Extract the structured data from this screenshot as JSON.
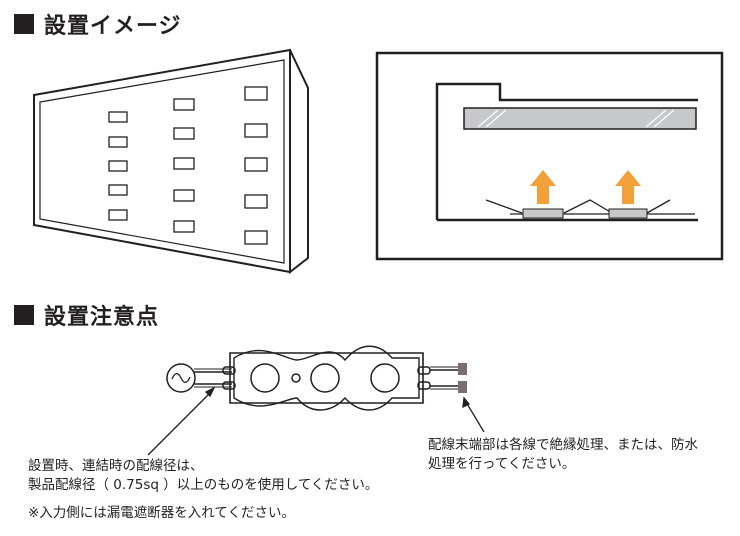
{
  "sections": {
    "installation_image_title": "設置イメージ",
    "installation_notes_title": "設置注意点"
  },
  "notes": {
    "wiring_gauge": [
      "設置時、連結時の配線径は、",
      "製品配線径（ 0.75sq ）以上のものを使用してください。"
    ],
    "input_caution": "※入力側には漏電遮断器を入れてください。",
    "wire_end": [
      "配線末端部は各線で絶縁処理、または、防水",
      "処理を行ってください。"
    ]
  },
  "colors": {
    "ink": "#231f20",
    "arrow": "#f2a13a",
    "panel": "#c7c8ca",
    "connector": "#7a6e6e"
  },
  "icons": {
    "heading_marker": "black-square",
    "ac_source": "ac-sine-symbol",
    "light_direction": "up-arrow"
  }
}
